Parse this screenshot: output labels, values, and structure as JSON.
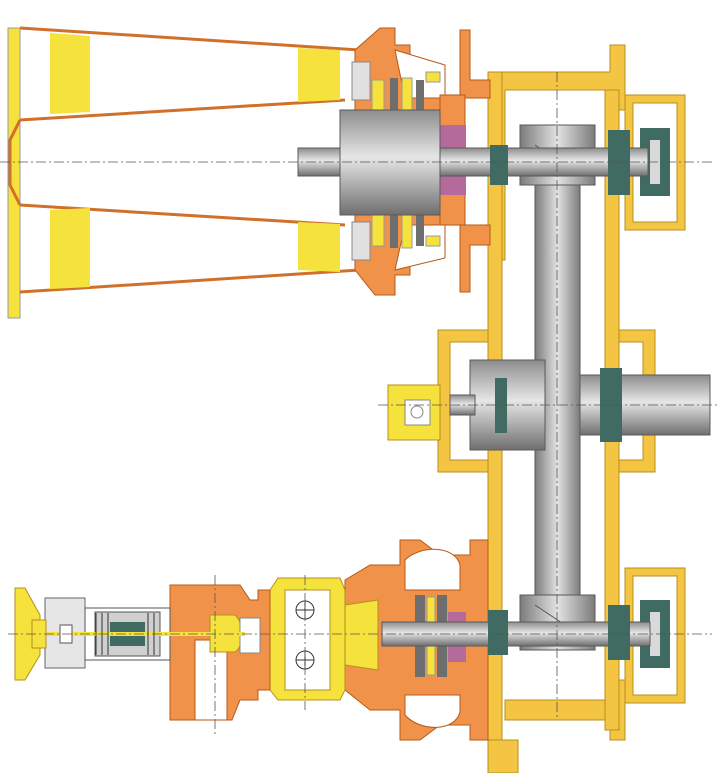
{
  "diagram": {
    "kind": "turbine-gearbox-cross-section",
    "labels": [],
    "colors": {
      "background": "#ffffff",
      "yellow": "#f5e23c",
      "gold": "#f4c542",
      "orange": "#f0924a",
      "orange_line": "#d0702a",
      "steel_light": "#d9d9d9",
      "steel": "#a8a8a8",
      "steel_dark": "#6e6e6e",
      "bearing": "#3f6b62",
      "seal": "#b56a9c",
      "line": "#4a4a4a",
      "centerline": "#555555"
    },
    "components": [
      {
        "name": "exhaust-cone"
      },
      {
        "name": "upper-turbine-casing"
      },
      {
        "name": "upper-turbine-rotor"
      },
      {
        "name": "upper-turbine-blades"
      },
      {
        "name": "gearbox-housing"
      },
      {
        "name": "bull-gear"
      },
      {
        "name": "output-shaft"
      },
      {
        "name": "oil-pump"
      },
      {
        "name": "upper-pinion-bearing-housing"
      },
      {
        "name": "lower-pinion-bearing-housing"
      },
      {
        "name": "lower-turbine-casing"
      },
      {
        "name": "lower-turbine-rotor"
      },
      {
        "name": "inlet-valve-block"
      },
      {
        "name": "control-valve-actuator"
      },
      {
        "name": "handwheel"
      }
    ]
  }
}
